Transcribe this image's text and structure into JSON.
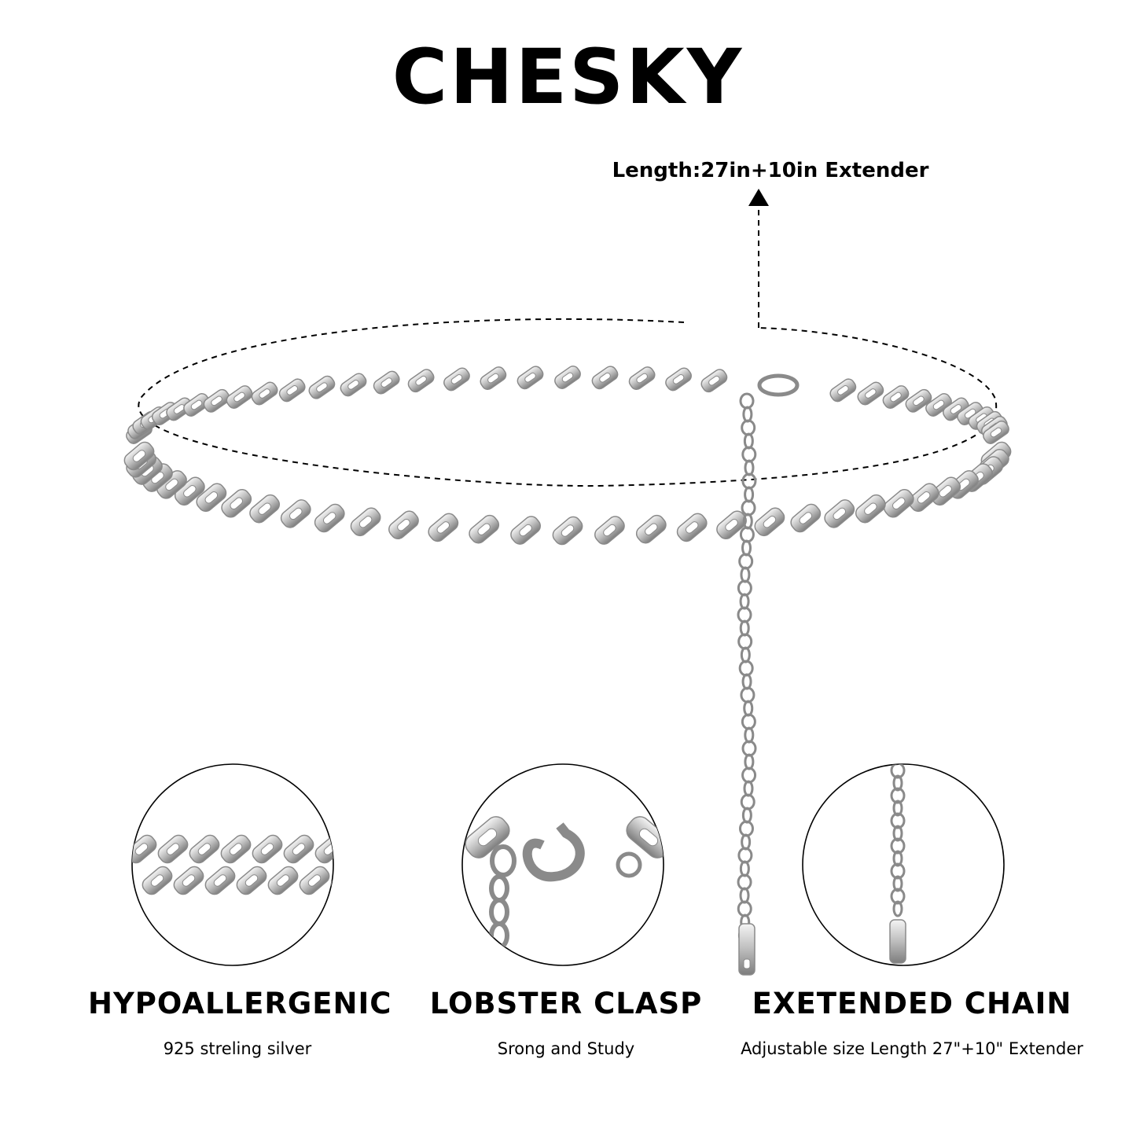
{
  "brand": "CHESKY",
  "length_callout": "Length:27in+10in Extender",
  "features": [
    {
      "title": "HYPOALLERGENIC",
      "subtitle": "925 streling silver",
      "icon": "cuban-chain-closeup"
    },
    {
      "title": "LOBSTER CLASP",
      "subtitle": "Srong and Study",
      "icon": "lobster-clasp-closeup"
    },
    {
      "title": "EXETENDED CHAIN",
      "subtitle": "Adjustable size Length 27\"+10\" Extender",
      "icon": "extender-chain-closeup"
    }
  ],
  "colors": {
    "text": "#000000",
    "silver": "#c9c9c9",
    "silver_dark": "#8a8a8a",
    "background": "#ffffff"
  }
}
